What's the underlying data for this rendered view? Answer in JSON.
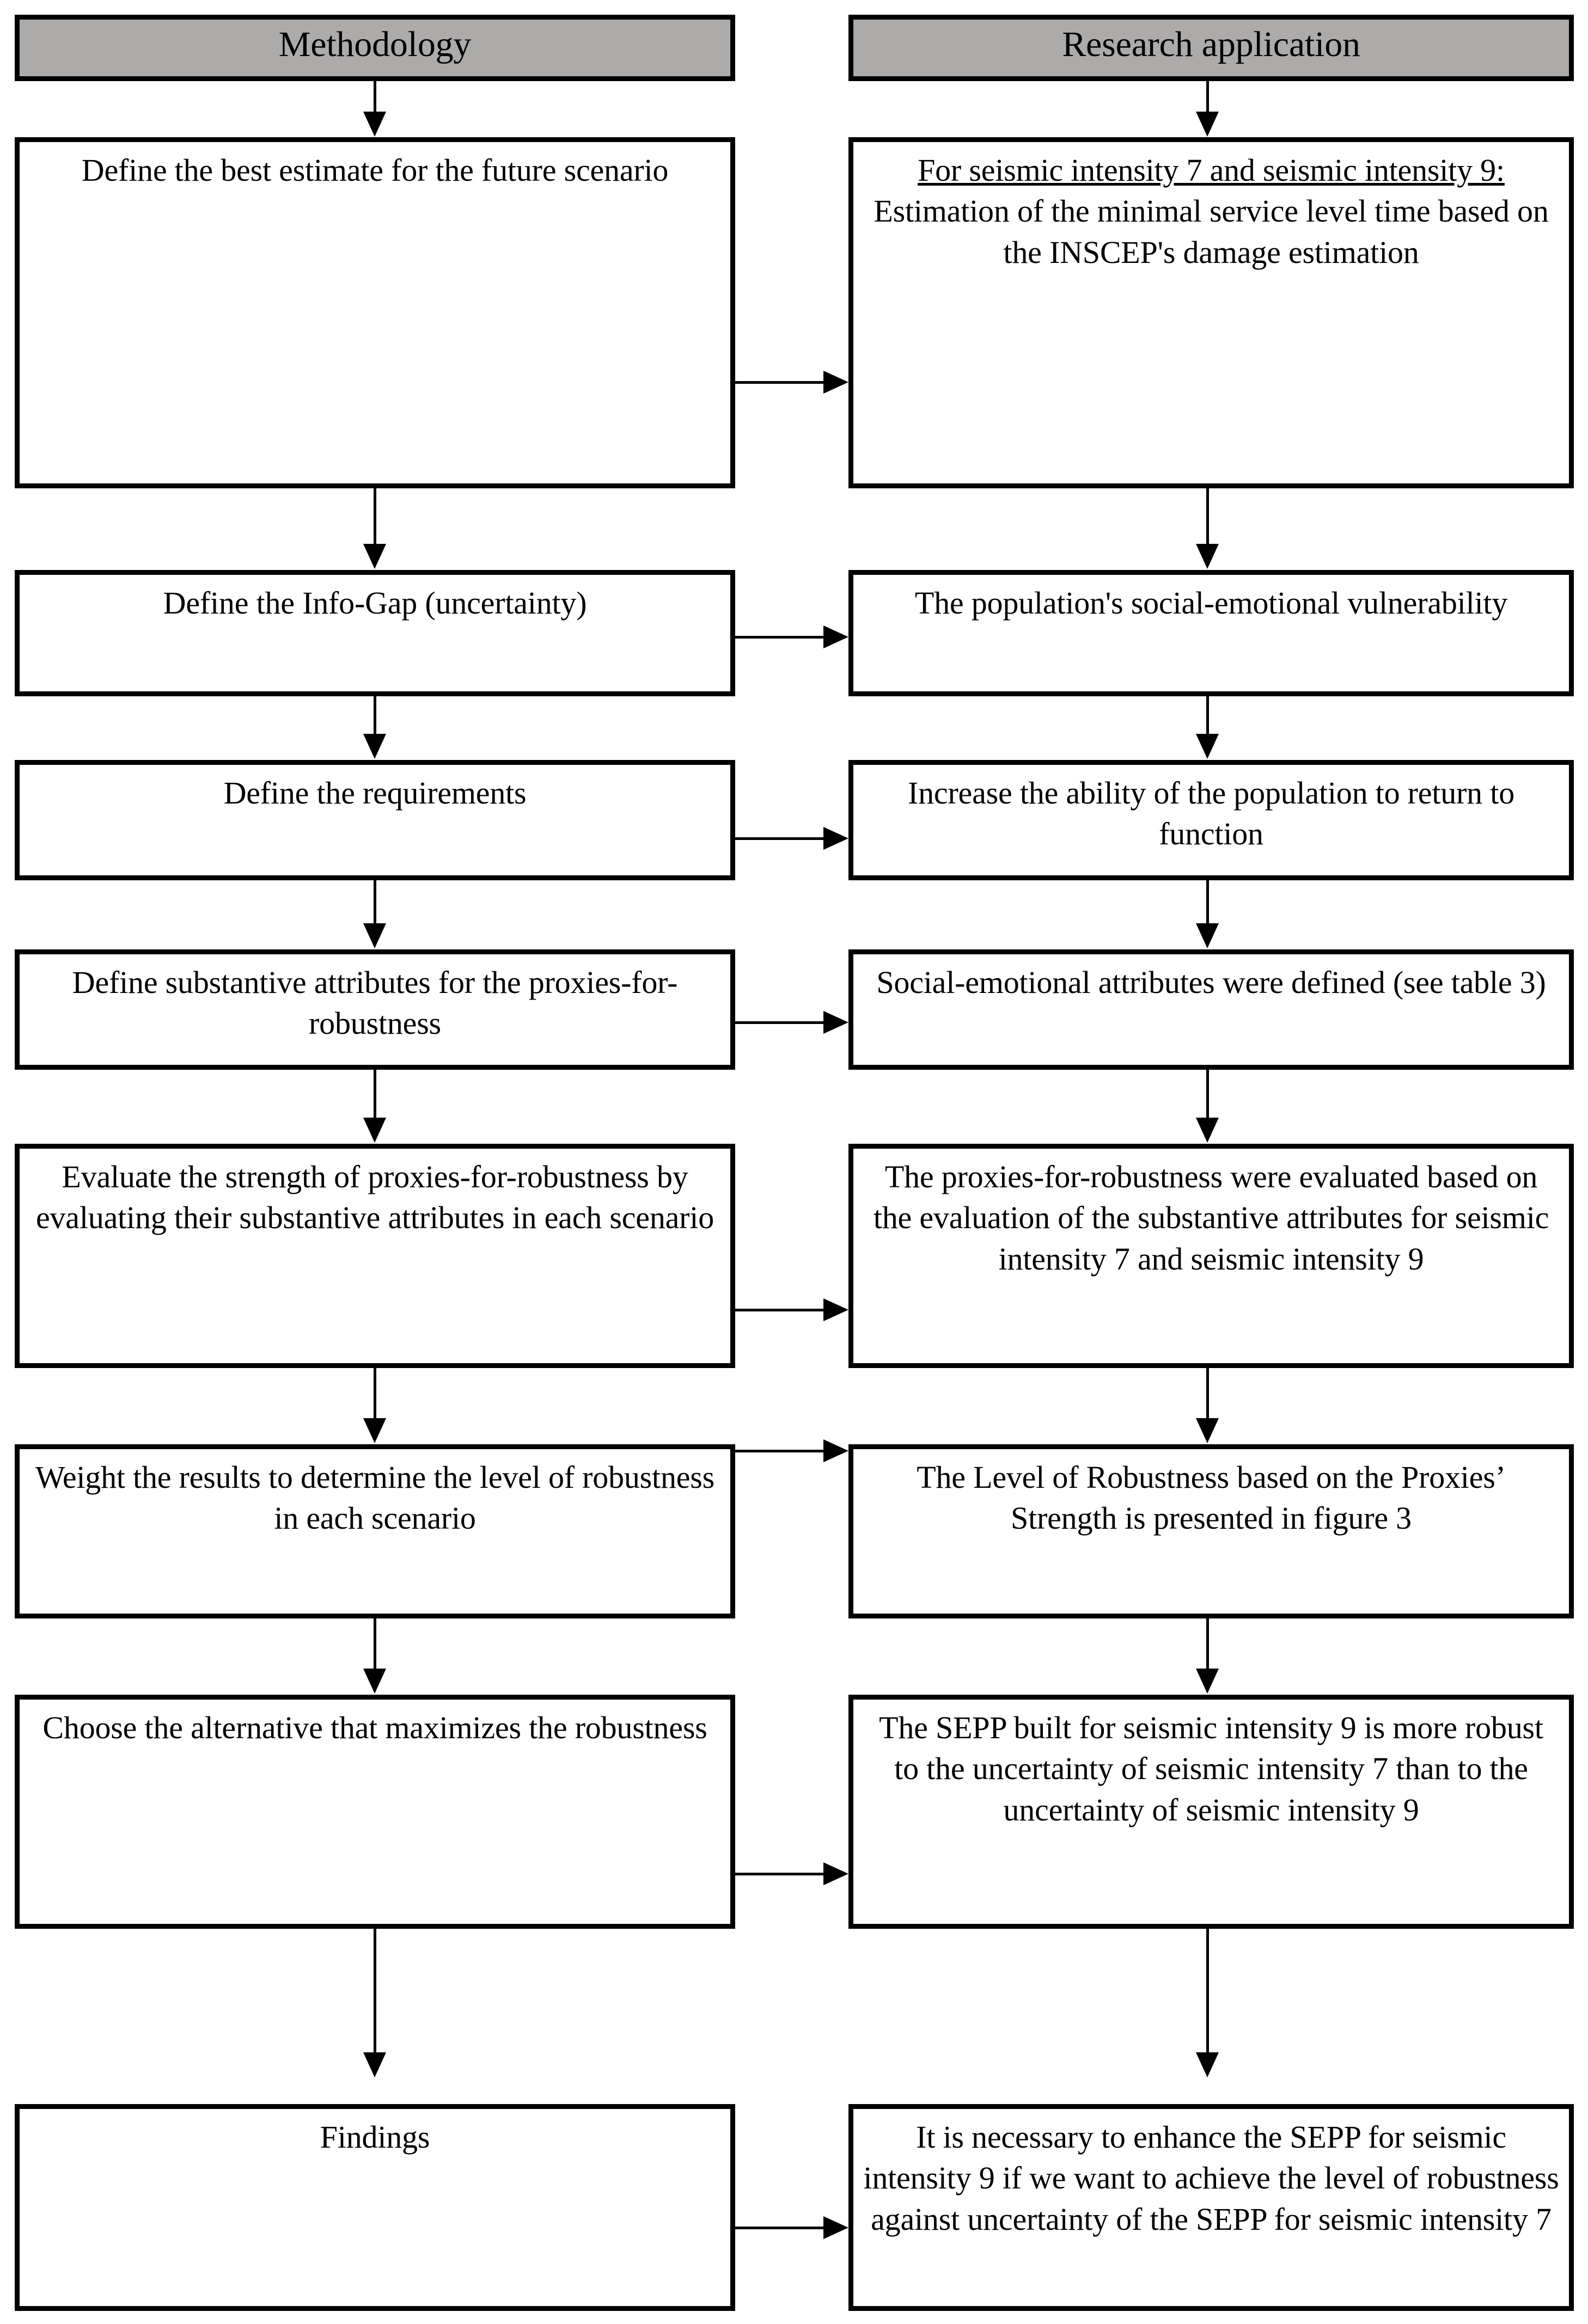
{
  "diagram": {
    "title": "Methodology and Research application flowchart",
    "colors": {
      "header_fill": "#ADAAAA",
      "box_fill": "#FFFFFF",
      "stroke": "#000000"
    }
  },
  "columns": {
    "left": {
      "header": "Methodology"
    },
    "right": {
      "header": "Research application"
    }
  },
  "left_nodes": [
    {
      "id": "l1",
      "text": "Define the best estimate for the future scenario"
    },
    {
      "id": "l2",
      "text": "Define the Info-Gap (uncertainty)"
    },
    {
      "id": "l3",
      "text": "Define the requirements"
    },
    {
      "id": "l4",
      "text": "Define substantive attributes for the proxies-for-robustness"
    },
    {
      "id": "l5",
      "text": "Evaluate the strength of proxies-for-robustness by evaluating their substantive attributes in each scenario"
    },
    {
      "id": "l6",
      "text": "Weight the results to determine the level of robustness in each scenario"
    },
    {
      "id": "l7",
      "text": "Choose the alternative that maximizes the robustness"
    },
    {
      "id": "l8",
      "text": "Findings"
    }
  ],
  "right_nodes": [
    {
      "id": "r1",
      "lead": "For seismic intensity 7 and seismic intensity 9:",
      "text": "Estimation of the minimal service level time based on the INSCEP's damage estimation"
    },
    {
      "id": "r2",
      "lead": "",
      "text": "The population's social-emotional vulnerability"
    },
    {
      "id": "r3",
      "lead": "",
      "text": "Increase the ability of the population to return to function"
    },
    {
      "id": "r4",
      "lead": "",
      "text": "Social-emotional attributes were defined (see table 3)"
    },
    {
      "id": "r5",
      "lead": "",
      "text": "The proxies-for-robustness were evaluated based on the evaluation of the substantive attributes for seismic intensity 7 and seismic intensity 9"
    },
    {
      "id": "r6",
      "lead": "",
      "text": "The Level of Robustness based on the Proxies’ Strength is presented in figure 3"
    },
    {
      "id": "r7",
      "lead": "",
      "text": "The SEPP built for seismic intensity 9 is more robust to the uncertainty of seismic intensity 7 than to the uncertainty of seismic intensity 9"
    },
    {
      "id": "r8",
      "lead": "",
      "text": "It is necessary to enhance the SEPP for seismic intensity 9 if we want to achieve the level of robustness against uncertainty of the SEPP for seismic intensity 7"
    }
  ]
}
